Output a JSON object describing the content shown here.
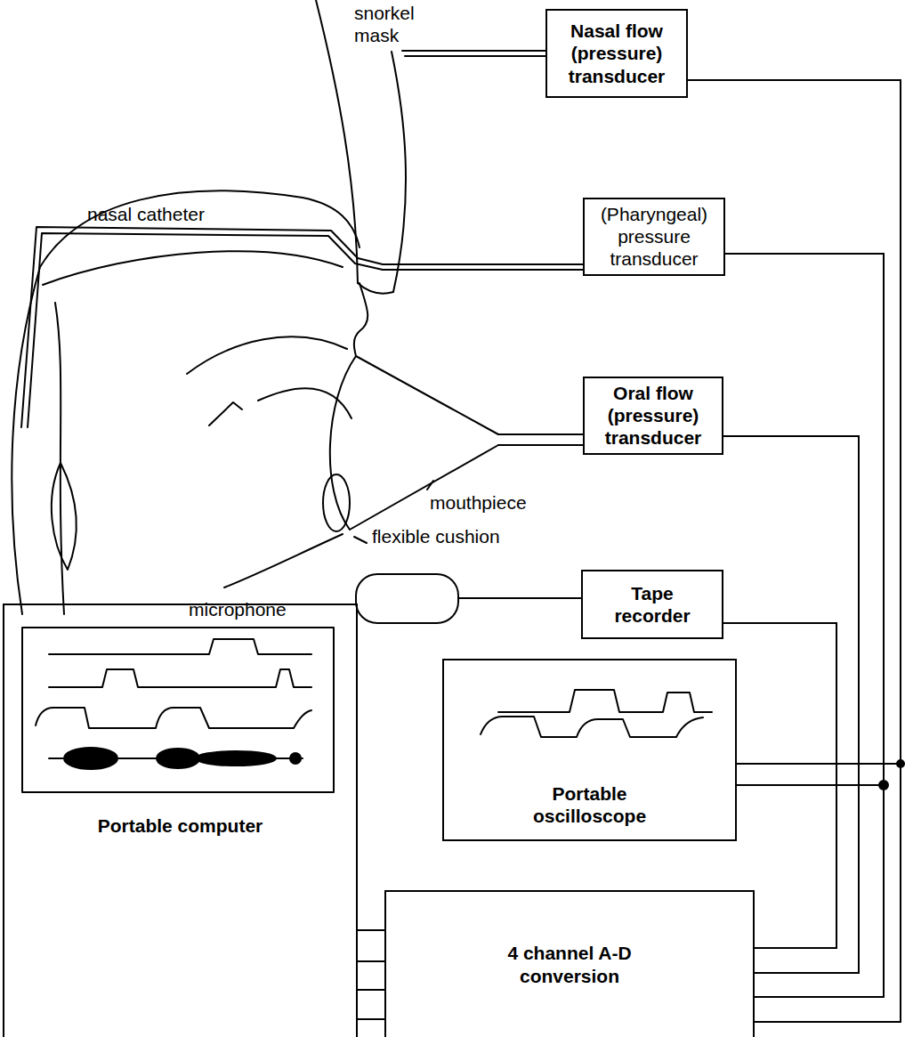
{
  "diagram": {
    "nodes": [
      {
        "text": [
          "Nasal flow (pressure) transducer"
        ]
      },
      {
        "text": [
          "(Pharyngeal) pressure transducer"
        ]
      },
      {
        "text": [
          "Oral flow (pressure) transducer"
        ]
      },
      {
        "text": [
          "Tape recorder"
        ]
      },
      {
        "text": [
          "Portable oscilloscope"
        ]
      },
      {
        "text": [
          "Portable computer"
        ]
      },
      {
        "text": [
          "4 channel A-D conversion"
        ]
      }
    ],
    "edges": [
      {
        "from": 0,
        "to": 6,
        "arrow": "none"
      },
      {
        "from": 1,
        "to": 6,
        "arrow": "none"
      },
      {
        "from": 2,
        "to": 6,
        "arrow": "none"
      },
      {
        "from": 3,
        "to": 6,
        "arrow": "none"
      },
      {
        "from": 0,
        "to": 4,
        "arrow": "none"
      },
      {
        "from": 1,
        "to": 4,
        "arrow": "none"
      },
      {
        "from": 6,
        "to": 5,
        "arrow": "none"
      },
      {
        "from": 6,
        "to": 5,
        "arrow": "none"
      },
      {
        "from": 6,
        "to": 5,
        "arrow": "none"
      },
      {
        "from": 6,
        "to": 5,
        "arrow": "none"
      }
    ],
    "labels": [
      "snorkel mask",
      "nasal catheter",
      "mouthpiece",
      "flexible cushion",
      "microphone"
    ]
  }
}
